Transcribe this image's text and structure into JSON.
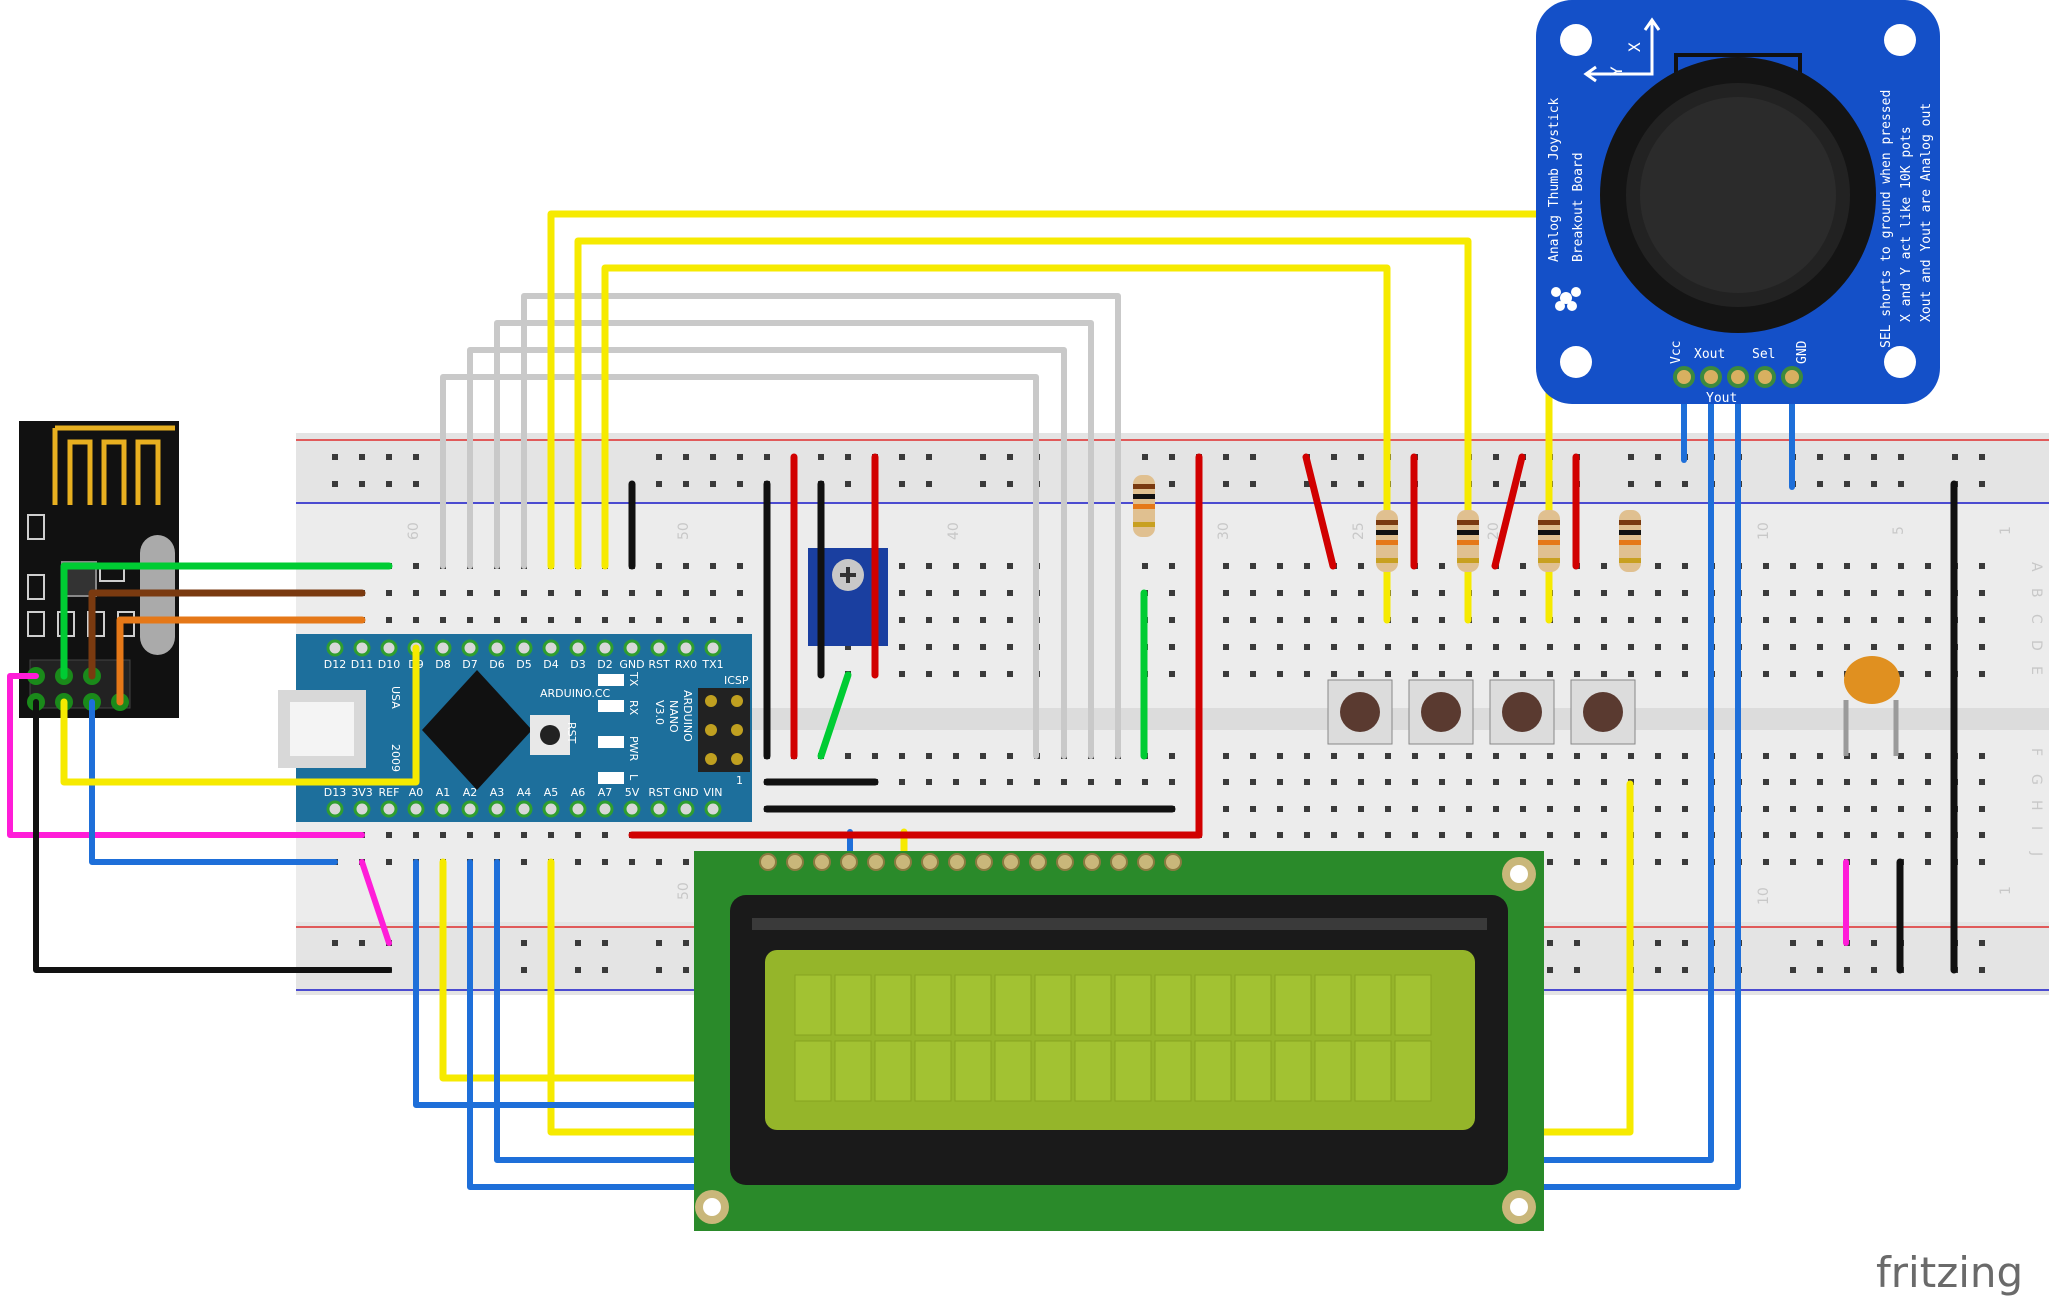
{
  "watermark": "fritzing",
  "arduino": {
    "top_pins": [
      "D12",
      "D11",
      "D10",
      "D9",
      "D8",
      "D7",
      "D6",
      "D5",
      "D4",
      "D3",
      "D2",
      "GND",
      "RST",
      "RX0",
      "TX1"
    ],
    "bottom_pins": [
      "D13",
      "3V3",
      "REF",
      "A0",
      "A1",
      "A2",
      "A3",
      "A4",
      "A5",
      "A6",
      "A7",
      "5V",
      "RST",
      "GND",
      "VIN"
    ],
    "brand": "ARDUINO.CC",
    "model_lines": [
      "ARDUINO",
      "NANO",
      "V3.0"
    ],
    "icsp": "ICSP",
    "usb": "USA",
    "year": "2009",
    "led_tx": "TX",
    "led_rx": "RX",
    "led_pwr": "PWR",
    "led_l": "L",
    "rst": "RST",
    "icsp_1": "1"
  },
  "joystick": {
    "title_line1": "Analog Thumb Joystick",
    "title_line2": "Breakout Board",
    "note_line1": "SEL shorts to ground when pressed",
    "note_line2": "X and Y act like 10K pots",
    "note_line3": "Xout and Yout are Analog out",
    "axis_x": "X",
    "axis_y": "Y",
    "pins": [
      "Vcc",
      "Xout",
      "Sel",
      "GND"
    ],
    "pin_yout": "Yout"
  },
  "breadboard": {
    "column_numbers_top": [
      "60",
      "50",
      "40",
      "30",
      "25",
      "20",
      "10",
      "5",
      "1"
    ],
    "column_numbers_bottom": [
      "50",
      "10",
      "1"
    ],
    "row_letters_top": [
      "A",
      "B",
      "C",
      "D",
      "E"
    ],
    "row_letters_bottom": [
      "F",
      "G",
      "H",
      "I",
      "J"
    ]
  },
  "colors": {
    "wire_yellow": "#f6ea00",
    "wire_white": "#c9c9c9",
    "wire_red": "#d10000",
    "wire_black": "#111111",
    "wire_green": "#00cc33",
    "wire_blue": "#1e6fd9",
    "wire_magenta": "#ff1dd8",
    "wire_brown": "#7a3a10",
    "wire_orange": "#e57818",
    "arduino_board": "#1d6f9c",
    "joystick_board": "#1450c8",
    "lcd_pcb": "#2a8a2a",
    "lcd_screen": "#95b52a"
  }
}
